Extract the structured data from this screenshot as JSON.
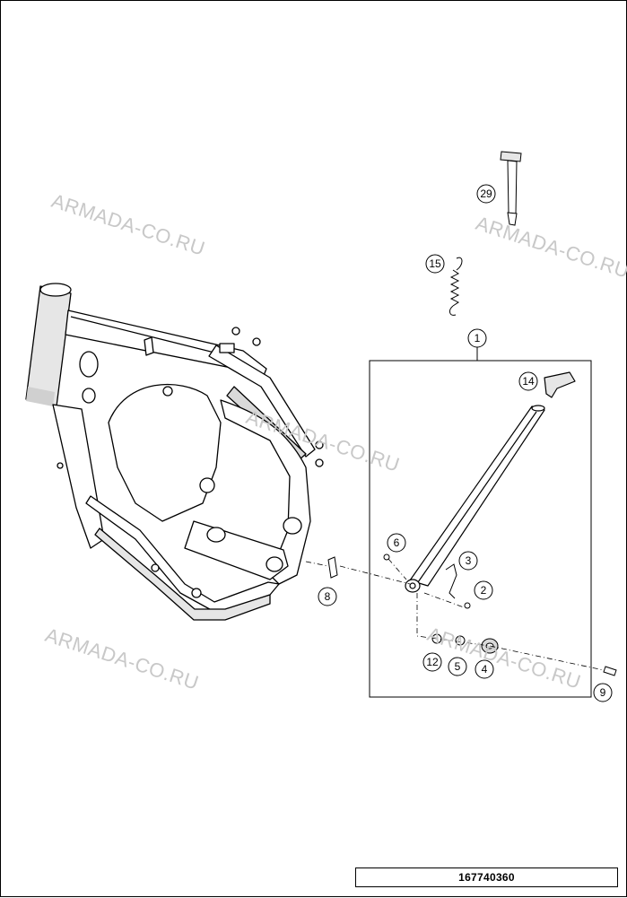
{
  "watermark": "ARMADA-CO.RU",
  "callouts": [
    "1",
    "2",
    "3",
    "4",
    "5",
    "6",
    "8",
    "9",
    "12",
    "14",
    "15",
    "29"
  ],
  "document_number": "167740360",
  "colors": {
    "line": "#000000",
    "frame_fill": "#ffffff",
    "frame_shade": "#d9d9d9",
    "watermark": "#c8c8c8"
  }
}
